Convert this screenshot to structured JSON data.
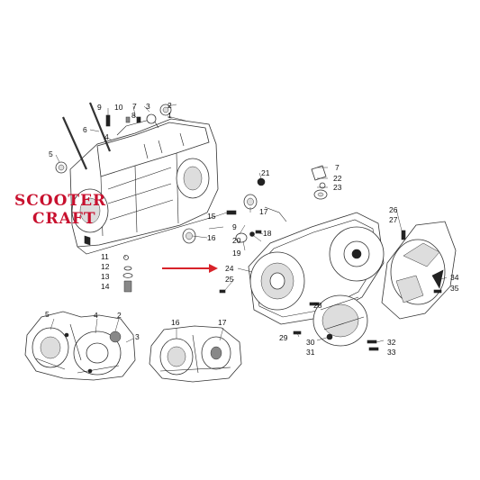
{
  "logo": {
    "line1": "SCOOTER",
    "line2": "CRAFT"
  },
  "colors": {
    "arrow": "#d8232a",
    "logo": "#c8102e",
    "ink": "#222222"
  },
  "callouts": [
    "1",
    "2",
    "3",
    "4",
    "5",
    "6",
    "7",
    "8",
    "9",
    "10",
    "11",
    "12",
    "13",
    "14",
    "15",
    "16",
    "17",
    "18",
    "19",
    "20",
    "21",
    "22",
    "23",
    "24",
    "25",
    "26",
    "27",
    "28",
    "29",
    "30",
    "31",
    "32",
    "33",
    "34",
    "35"
  ]
}
